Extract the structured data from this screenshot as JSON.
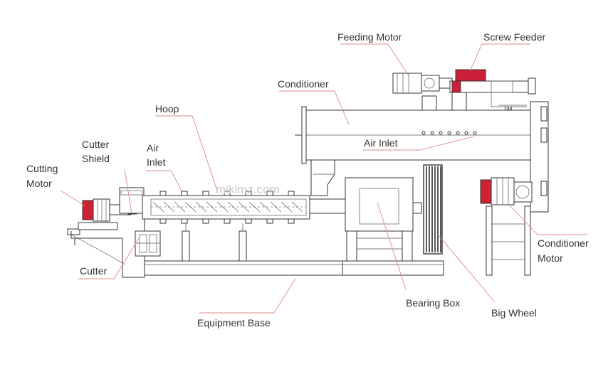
{
  "labels": {
    "feeding_motor": "Feeding Motor",
    "screw_feeder": "Screw Feeder",
    "conditioner": "Conditioner",
    "hoop": "Hoop",
    "air_inlet_main": "Air Inlet",
    "cutter_shield_1": "Cutter",
    "cutter_shield_2": "Shield",
    "air_inlet_small_1": "Air",
    "air_inlet_small_2": "Inlet",
    "cutting_motor_1": "Cutting",
    "cutting_motor_2": "Motor",
    "cutter": "Cutter",
    "conditioner_motor_1": "Conditioner",
    "conditioner_motor_2": "Motor",
    "bearing_box": "Bearing Box",
    "big_wheel": "Big Wheel",
    "equipment_base": "Equipment Base"
  },
  "part_number": "244",
  "watermark": "mikimz.com",
  "colors": {
    "motor_red": "#cc2233",
    "feeder_red": "#cc1f3a",
    "leader_line": "#d98b8b",
    "outline": "#333333"
  }
}
